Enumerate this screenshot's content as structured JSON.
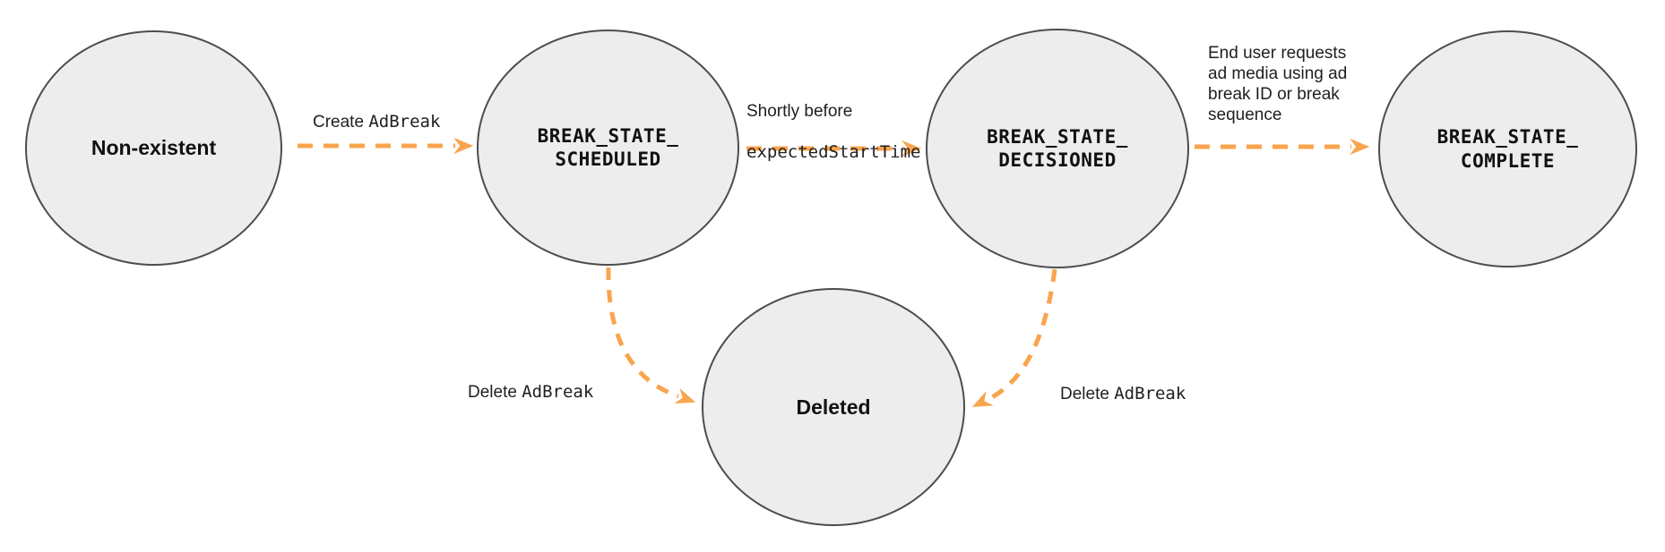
{
  "diagram": {
    "description": "Ad break state transition diagram",
    "colors": {
      "arrow": "#F9A44E",
      "node_fill": "#EDEDED",
      "node_border": "#4D4D4D",
      "text": "#1F1F1F"
    },
    "nodes": [
      {
        "id": "non-existent",
        "label": "Non-existent",
        "style": "sans"
      },
      {
        "id": "break-state-scheduled",
        "label": "BREAK_STATE_\nSCHEDULED",
        "style": "mono"
      },
      {
        "id": "break-state-decisioned",
        "label": "BREAK_STATE_\nDECISIONED",
        "style": "mono"
      },
      {
        "id": "break-state-complete",
        "label": "BREAK_STATE_\nCOMPLETE",
        "style": "mono"
      },
      {
        "id": "deleted",
        "label": "Deleted",
        "style": "sans"
      }
    ],
    "edges": {
      "create": {
        "from": "non-existent",
        "to": "break-state-scheduled",
        "label_plain": "Create ",
        "label_code": "AdBreak"
      },
      "shortly": {
        "from": "break-state-scheduled",
        "to": "break-state-decisioned",
        "label_line1": "Shortly before",
        "label_line2_code": "expectedStartTime"
      },
      "enduser": {
        "from": "break-state-decisioned",
        "to": "break-state-complete",
        "label": "End user requests\nad media using ad\nbreak ID or break\nsequence"
      },
      "delete_left": {
        "from": "break-state-scheduled",
        "to": "deleted",
        "label_plain": "Delete ",
        "label_code": "AdBreak"
      },
      "delete_right": {
        "from": "break-state-decisioned",
        "to": "deleted",
        "label_plain": "Delete ",
        "label_code": "AdBreak"
      }
    }
  }
}
